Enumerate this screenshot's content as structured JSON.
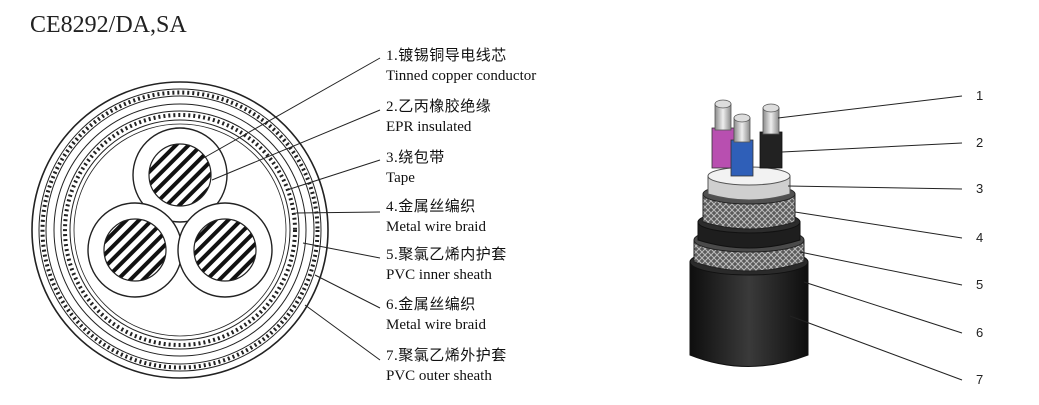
{
  "title": "CE8292/DA,SA",
  "layers": [
    {
      "number": "1",
      "cn": "1.镀锡铜导电线芯",
      "en": "Tinned copper conductor"
    },
    {
      "number": "2",
      "cn": "2.乙丙橡胶绝缘",
      "en": "EPR insulated"
    },
    {
      "number": "3",
      "cn": "3.绕包带",
      "en": "Tape"
    },
    {
      "number": "4",
      "cn": "4.金属丝编织",
      "en": "Metal wire braid"
    },
    {
      "number": "5",
      "cn": "5.聚氯乙烯内护套",
      "en": "PVC inner sheath"
    },
    {
      "number": "6",
      "cn": "6.金属丝编织",
      "en": "Metal wire braid"
    },
    {
      "number": "7",
      "cn": "7.聚氯乙烯外护套",
      "en": "PVC outer sheath"
    }
  ],
  "colors": {
    "line": "#222222",
    "core_colors": [
      "#b84fb0",
      "#2f5fb8",
      "#222222"
    ],
    "sheath": "#1c1c1c"
  }
}
